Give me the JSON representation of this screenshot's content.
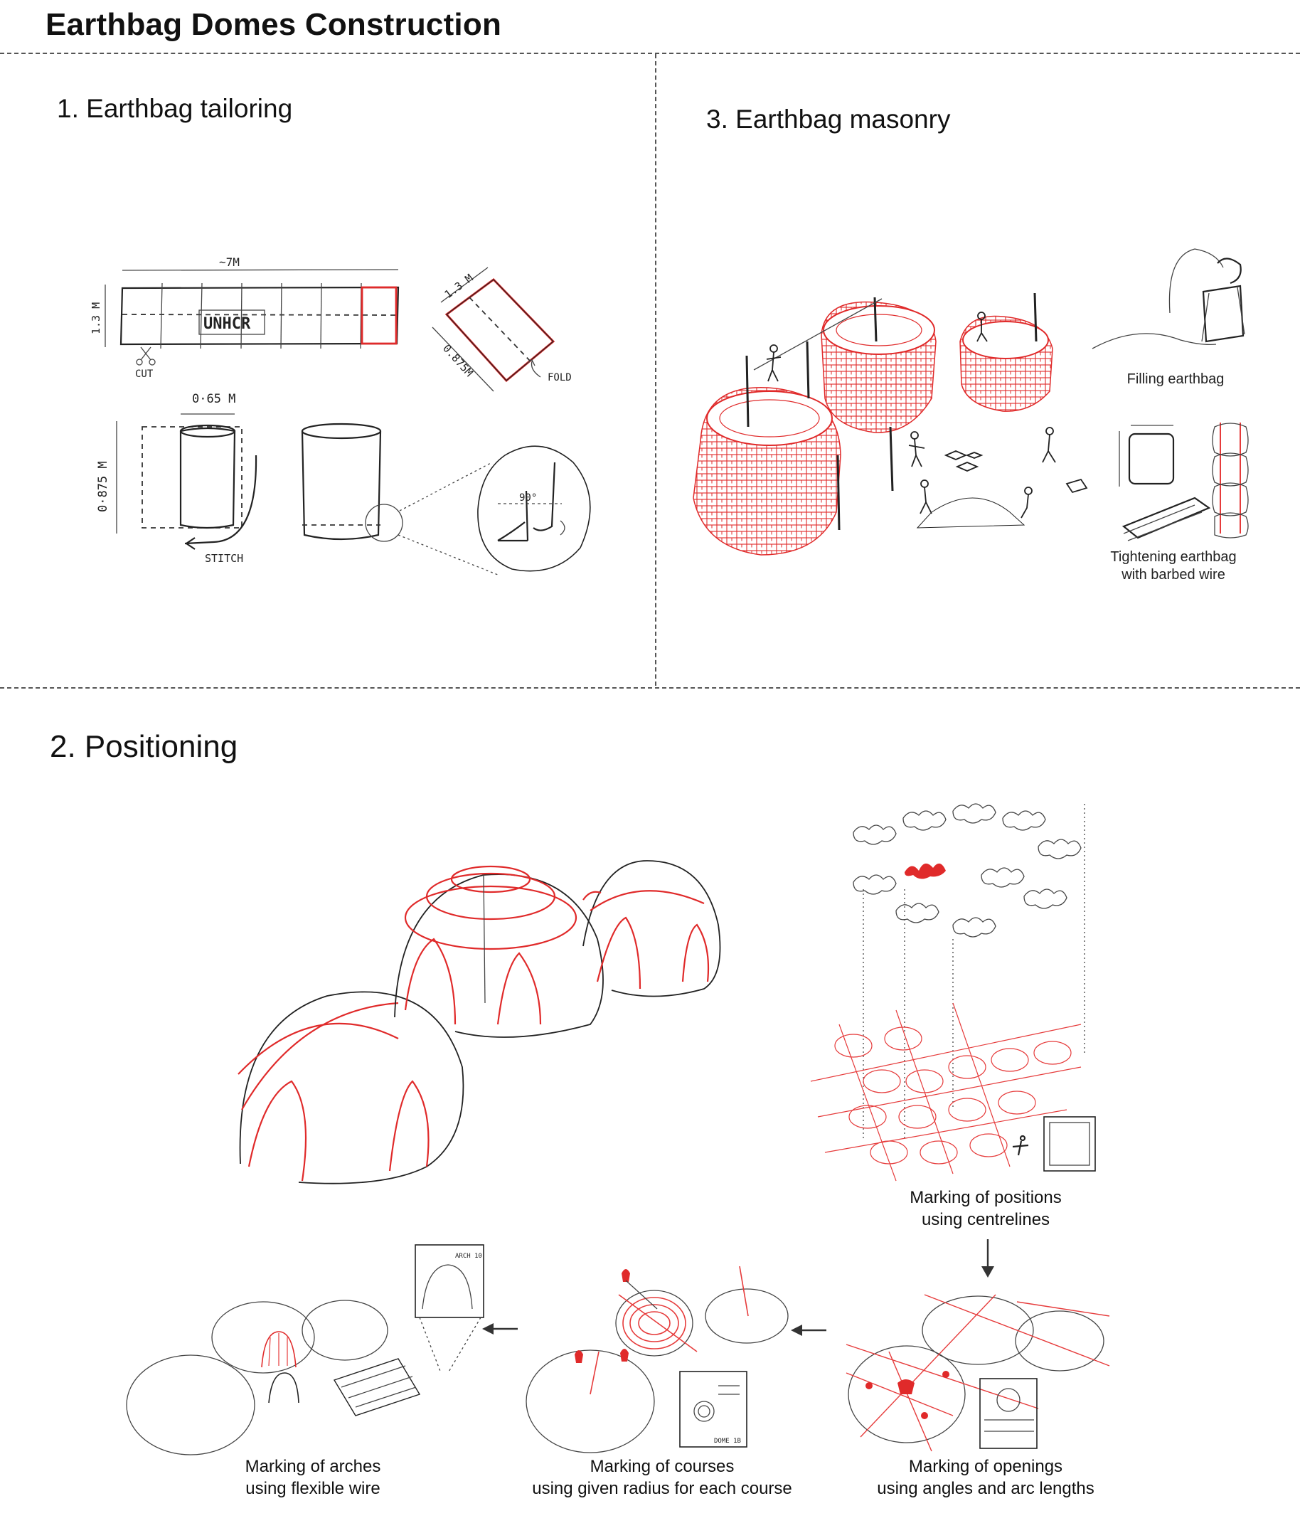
{
  "title": "Earthbag Domes Construction",
  "sections": {
    "tailoring": {
      "heading": "1. Earthbag tailoring",
      "sketch_labels": {
        "length": "~7M",
        "width": "1.3 M",
        "brand": "UNHCR",
        "cut": "CUT",
        "fold": "FOLD",
        "fold_width": "1.3 M",
        "fold_length": "0.875M",
        "diameter": "0·65 M",
        "height": "0·875 M",
        "stitch": "STITCH",
        "angle": "90°"
      }
    },
    "masonry": {
      "heading": "3. Earthbag masonry",
      "captions": {
        "filling": "Filling earthbag",
        "tightening_line1": "Tightening earthbag",
        "tightening_line2": "with barbed wire"
      }
    },
    "positioning": {
      "heading": "2. Positioning",
      "steps": {
        "positions": {
          "line1": "Marking of positions",
          "line2": "using centrelines"
        },
        "openings": {
          "line1": "Marking of openings",
          "line2": "using angles and arc lengths"
        },
        "courses": {
          "line1": "Marking of courses",
          "line2": "using given radius for each course"
        },
        "arches": {
          "line1": "Marking of arches",
          "line2": "using flexible wire"
        }
      },
      "sketch_labels": {
        "arch_sheet": "ARCH 10",
        "course_sheet": "DOME 1B"
      }
    }
  },
  "colors": {
    "accent_red": "#e02a2a",
    "ink": "#222222",
    "divider": "#555555"
  }
}
